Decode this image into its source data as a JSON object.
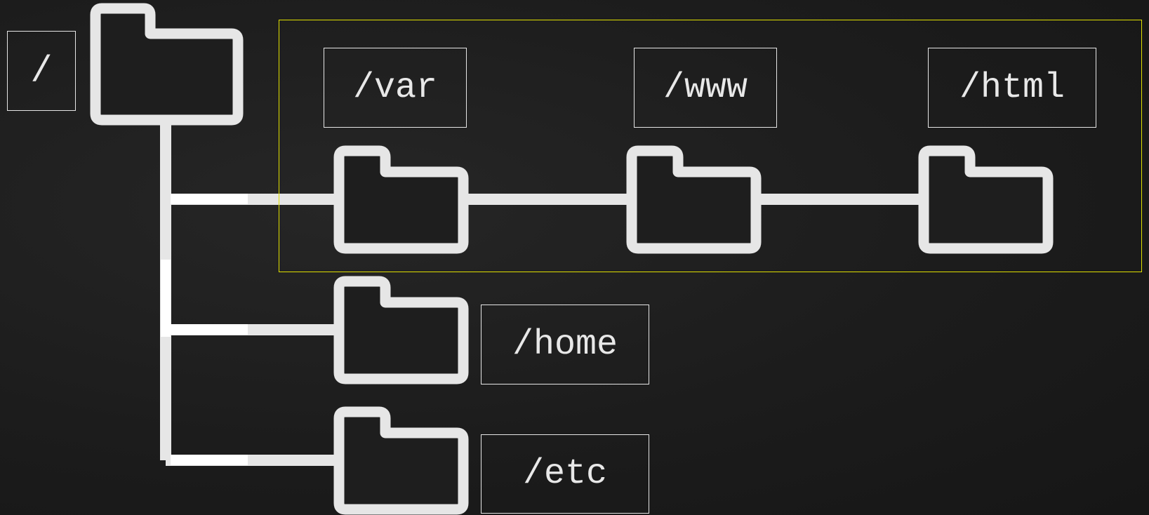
{
  "diagram": {
    "root": {
      "label": "/"
    },
    "highlighted_path": [
      "/var",
      "/www",
      "/html"
    ],
    "nodes": {
      "var": {
        "label": "/var"
      },
      "www": {
        "label": "/www"
      },
      "html": {
        "label": "/html"
      },
      "home": {
        "label": "/home"
      },
      "etc": {
        "label": "/etc"
      }
    },
    "colors": {
      "background": "#1d1d1d",
      "folder_stroke": "#e6e6e6",
      "connector": "#e6e6e6",
      "highlight": "#e0e000"
    },
    "icons": [
      "folder-icon"
    ]
  }
}
